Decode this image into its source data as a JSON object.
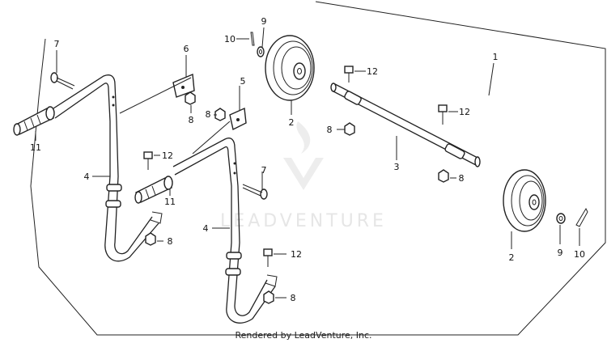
{
  "callouts": {
    "c1": "1",
    "c2a": "2",
    "c2b": "2",
    "c3": "3",
    "c4a": "4",
    "c4b": "4",
    "c5": "5",
    "c6": "6",
    "c7a": "7",
    "c7b": "7",
    "c8a": "8",
    "c8b": "8",
    "c8c": "8",
    "c8d": "8",
    "c8e": "8",
    "c8f": "8",
    "c9a": "9",
    "c9b": "9",
    "c10a": "10",
    "c10b": "10",
    "c11a": "11",
    "c11b": "11",
    "c12a": "12",
    "c12b": "12",
    "c12c": "12",
    "c12d": "12"
  },
  "watermark": "LEADVENTURE",
  "footer": "Rendered by LeadVenture, Inc."
}
